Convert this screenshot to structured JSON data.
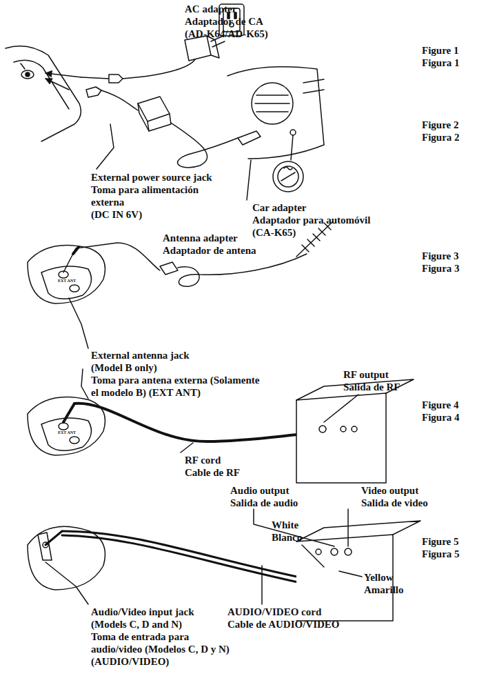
{
  "diagram": {
    "labels": [
      "AC adapter",
      "Adaptador de CA",
      "(AD-K64/AD-K65)",
      "Figure 1",
      "Figura 1",
      "Figure 2",
      "Figura 2",
      "Figure 3",
      "Figura 3",
      "Figure 4",
      "Figura 4",
      "Figure 5",
      "Figura 5",
      "External power source jack",
      "Toma para alimentación",
      "externa",
      "(DC IN 6V)",
      "Car adapter",
      "Adaptador para automóvil",
      "(CA-K65)",
      "Antenna adapter",
      "Adaptador de antena",
      "External antenna jack",
      "(Model B only)",
      "Toma para antena externa (Solamente",
      "el modelo B) (EXT ANT)",
      "RF output",
      "Salida de RF",
      "RF cord",
      "Cable de RF",
      "Audio output",
      "Salida de audio",
      "Video output",
      "Salida de video",
      "White",
      "Blanco",
      "Yellow",
      "Amarillo",
      "Audio/Video input jack",
      "(Models C, D and N)",
      "Toma de entrada para",
      "audio/video (Modelos C, D y N)",
      "(AUDIO/VIDEO)",
      "AUDIO/VIDEO cord",
      "Cable de AUDIO/VIDEO",
      "EXT ANT",
      "EXT ANT"
    ]
  }
}
